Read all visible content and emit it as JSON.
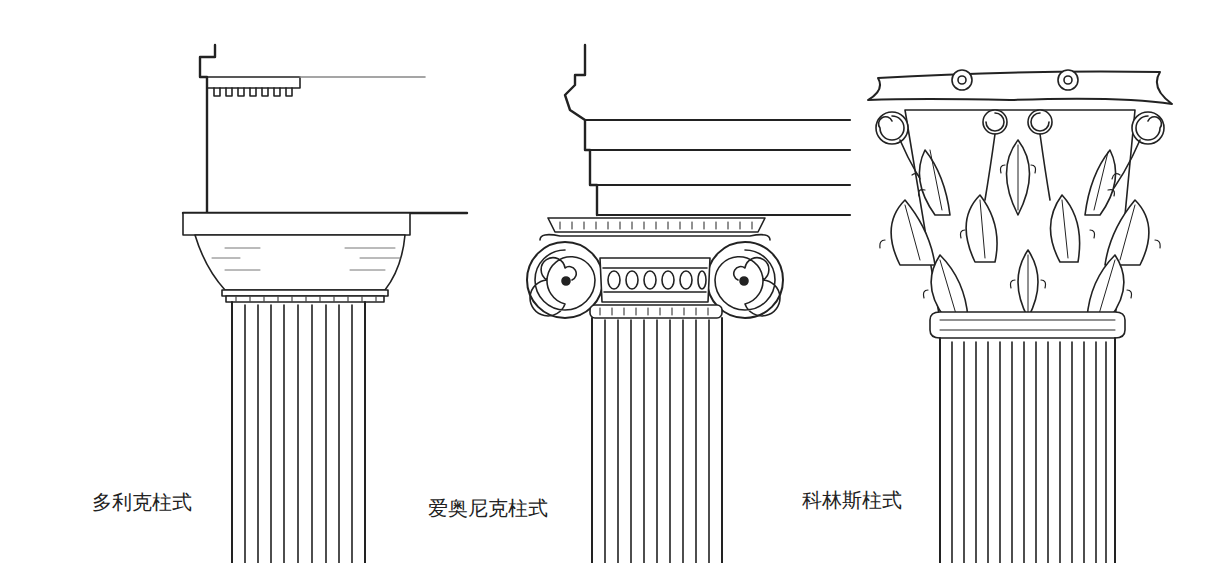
{
  "diagram": {
    "labels": [
      "多利克柱式",
      "爱奥尼克柱式",
      "科林斯柱式"
    ]
  }
}
